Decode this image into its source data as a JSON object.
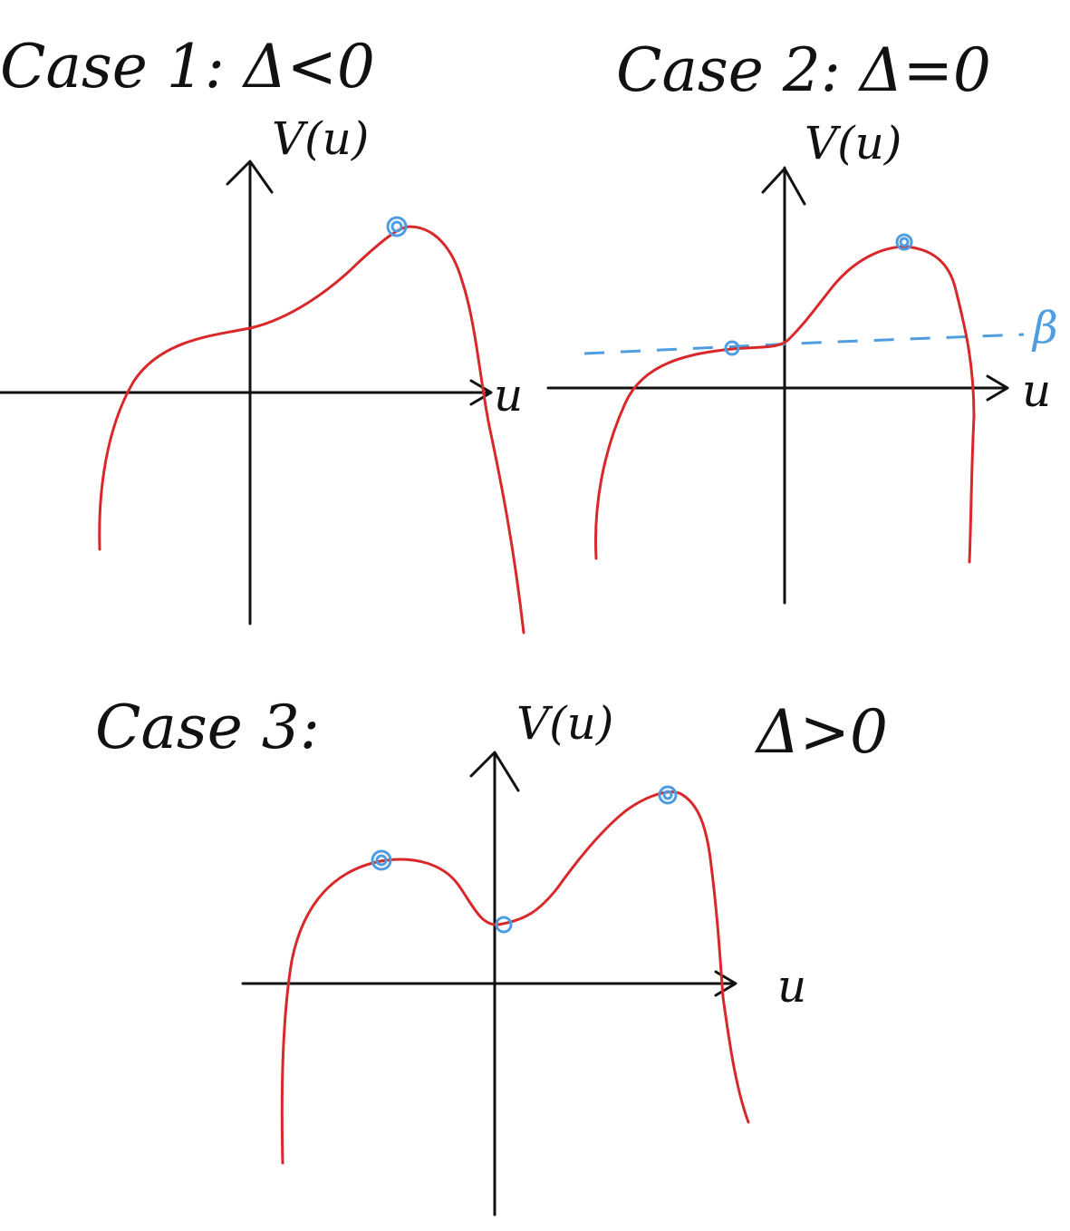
{
  "colors": {
    "ink": "#111111",
    "curve": "#d8282a",
    "marker": "#4d9de0"
  },
  "case1": {
    "title": "Case 1: Δ<0",
    "y_label": "V(u)",
    "x_label": "u"
  },
  "case2": {
    "title": "Case 2: Δ=0",
    "y_label": "V(u)",
    "x_label": "u",
    "level_label": "β"
  },
  "case3": {
    "title": "Case 3:",
    "condition": "Δ>0",
    "y_label": "V(u)",
    "x_label": "u"
  }
}
